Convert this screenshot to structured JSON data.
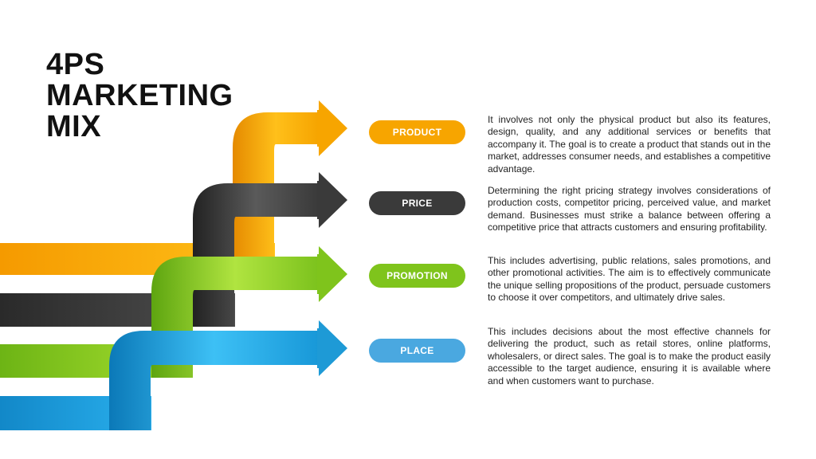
{
  "title": {
    "line1": "4PS",
    "line2": "MARKETING",
    "line3": "MIX"
  },
  "colors": {
    "product": "#f7a500",
    "price": "#3a3a3a",
    "promotion": "#7fc41c",
    "place": "#1e9ad6",
    "place_pill": "#4aa8e0"
  },
  "items": [
    {
      "label": "PRODUCT",
      "description": "It involves not only the physical product but also its features, design, quality, and any additional services or benefits that accompany it. The goal is to create a product that stands out in the market, addresses consumer needs, and establishes a competitive advantage."
    },
    {
      "label": "PRICE",
      "description": "Determining the right pricing strategy involves considerations of production costs, competitor pricing, perceived value, and market demand. Businesses must strike a balance between offering a competitive price that attracts customers and ensuring profitability."
    },
    {
      "label": "PROMOTION",
      "description": "This includes advertising, public relations, sales promotions, and other promotional activities. The aim is to effectively communicate the unique selling propositions of the product, persuade customers to choose it over competitors, and ultimately drive sales."
    },
    {
      "label": "PLACE",
      "description": "This includes decisions about the most effective channels for delivering the product, such as retail stores, online platforms, wholesalers, or direct sales. The goal is to make the product easily accessible to the target audience, ensuring it is available where and when customers want to purchase."
    }
  ]
}
